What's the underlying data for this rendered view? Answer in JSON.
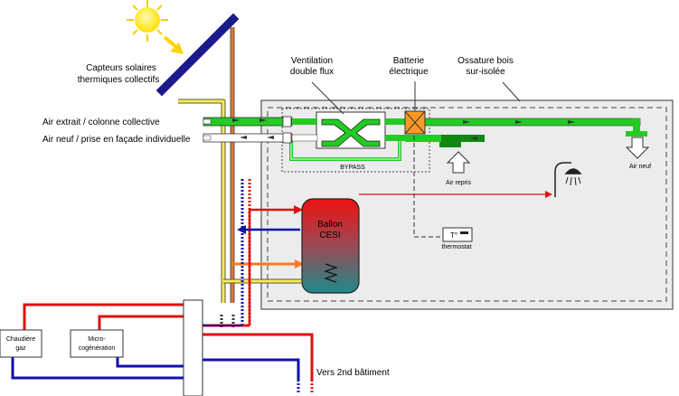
{
  "labels": {
    "solar_line1": "Capteurs solaires",
    "solar_line2": "thermiques collectifs",
    "vent_line1": "Ventilation",
    "vent_line2": "double flux",
    "batt_line1": "Batterie",
    "batt_line2": "électrique",
    "ossature_line1": "Ossature bois",
    "ossature_line2": "sur-isolée",
    "air_extrait": "Air extrait / colonne collective",
    "air_neuf_prise": "Air neuf / prise en façade individuelle",
    "bypass": "BYPASS",
    "air_repris": "Air repris",
    "air_neuf": "Air neuf",
    "ballon_line1": "Ballon",
    "ballon_line2": "CESI",
    "thermostat_t": "T°",
    "thermostat": "thermostat",
    "chaudiere_line1": "Chaudière",
    "chaudiere_line2": "gaz",
    "micro_line1": "Micro-",
    "micro_line2": "cogénération",
    "vers": "Vers 2nd bâtiment"
  },
  "colors": {
    "sun": "#ffee22",
    "panel": "#1a1a8c",
    "air_duct": "#22cc22",
    "hot_pipe": "#dd1111",
    "cold_pipe": "#1111aa",
    "solar_return": "#ffee44",
    "solar_flow": "#dd7733",
    "battery": "#ff9922",
    "building_fill": "#ececec"
  }
}
